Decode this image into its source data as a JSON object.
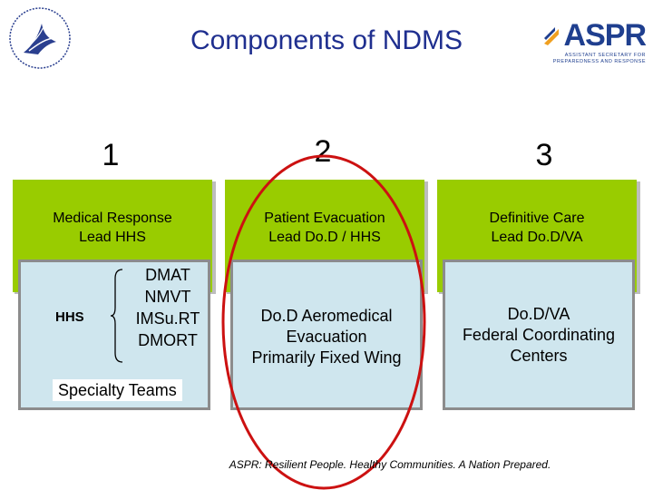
{
  "title": "Components of NDMS",
  "logos": {
    "left": "hhs-seal-icon",
    "right_word": "ASPR",
    "right_sub_1": "ASSISTANT SECRETARY FOR",
    "right_sub_2": "PREPAREDNESS AND RESPONSE"
  },
  "columns": [
    {
      "number": "1",
      "header_line1": "Medical Response",
      "header_line2": "Lead HHS",
      "hhs_label": "HHS",
      "teams": [
        "DMAT",
        "NMVT",
        "IMSu.RT",
        "DMORT"
      ],
      "specialty": "Specialty Teams"
    },
    {
      "number": "2",
      "header_line1": "Patient Evacuation",
      "header_line2": "Lead Do.D / HHS",
      "body": [
        "Do.D Aeromedical",
        "Evacuation",
        "Primarily Fixed Wing"
      ]
    },
    {
      "number": "3",
      "header_line1": "Definitive Care",
      "header_line2": "Lead Do.D/VA",
      "body": [
        "Do.D/VA",
        "Federal Coordinating",
        "Centers"
      ]
    }
  ],
  "colors": {
    "title": "#1f2f8f",
    "green": "#99cc00",
    "blue": "#cfe6ee",
    "ellipse": "#cc1111"
  },
  "footer": "ASPR: Resilient People. Healthy Communities. A Nation Prepared."
}
